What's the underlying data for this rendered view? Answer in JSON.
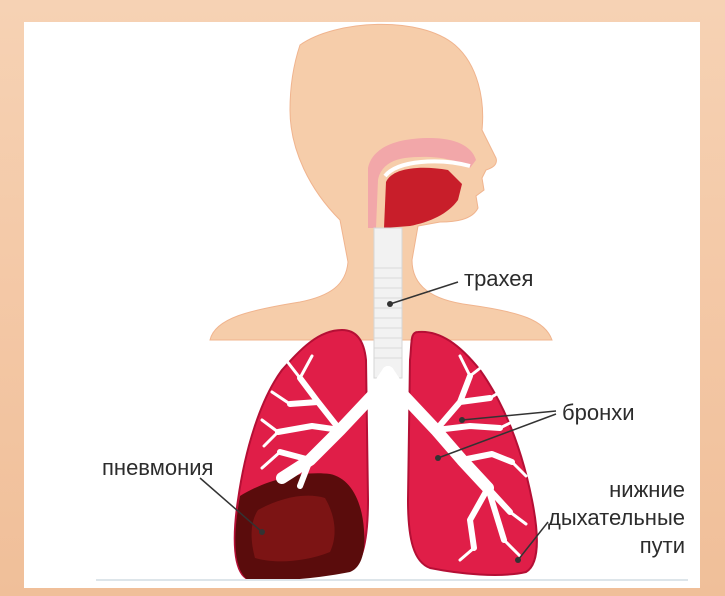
{
  "labels": {
    "trachea": "трахея",
    "bronchi": "бронхи",
    "pneumonia": "пневмония",
    "lower_airways": [
      "нижние",
      "дыхательные",
      "пути"
    ]
  },
  "colors": {
    "background": "#f3c6a3",
    "skin": "#f6cdaa",
    "lung": "#e01e48",
    "lung_dark": "#c8103a",
    "pneumonia": "#5a0c0c",
    "trachea": "#f2f2f2",
    "mouth": "#c81e2a"
  }
}
